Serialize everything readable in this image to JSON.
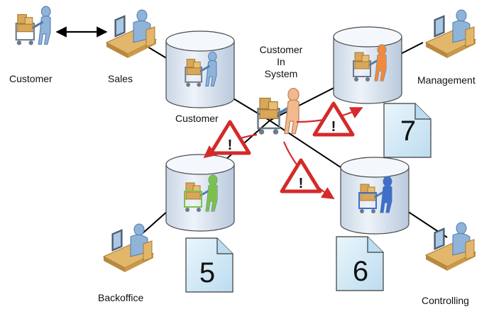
{
  "labels": {
    "customer_left": "Customer",
    "sales": "Sales",
    "customer_db": "Customer",
    "customer_in_system_l1": "Customer",
    "customer_in_system_l2": "In",
    "customer_in_system_l3": "System",
    "management": "Management",
    "backoffice": "Backoffice",
    "controlling": "Controlling"
  },
  "documents": {
    "management_doc": "7",
    "backoffice_doc": "5",
    "controlling_doc": "6"
  },
  "warnings": {
    "symbol": "!"
  },
  "colors": {
    "person": "#8fb3d9",
    "person_dark": "#4f7cac",
    "desk": "#d9a75a",
    "cart_orange": "#f08a3c",
    "cart_green": "#7cc24a",
    "cart_blue": "#3f6fc9",
    "cart_center": "#f2b98e",
    "warning": "#d42a2a",
    "arrow": "#d42a2a",
    "doc_fill": "#d8ecf7",
    "db_fill": "#dfe8f3"
  },
  "icons": {
    "customer_left": "shopping-cart-person-icon",
    "sales": "workstation-person-icon",
    "management": "workstation-person-icon",
    "backoffice": "workstation-person-icon",
    "controlling": "workstation-person-icon",
    "warning": "warning-triangle-icon",
    "document": "document-icon",
    "database": "database-cylinder-icon"
  }
}
